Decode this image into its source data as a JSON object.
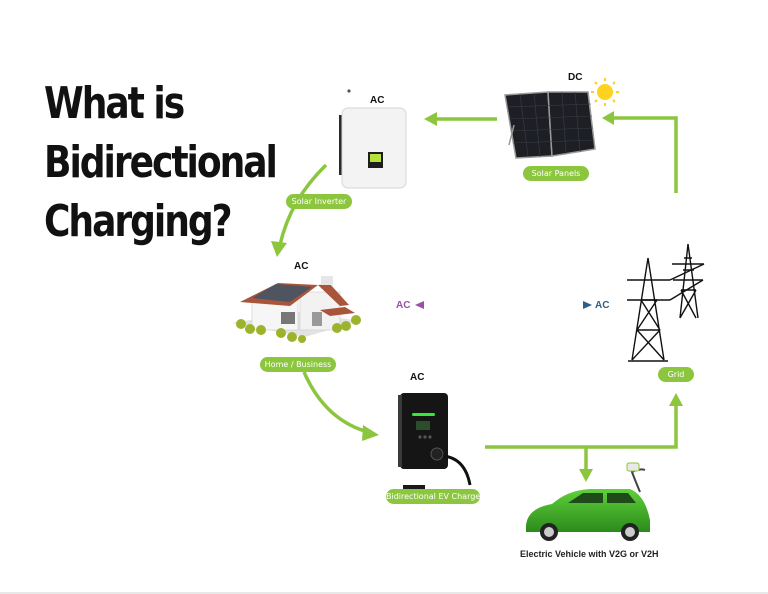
{
  "title": {
    "lines": [
      "What is",
      "Bidirectional",
      "Charging?"
    ]
  },
  "nodes": {
    "solar_inverter": {
      "current": "AC",
      "label": "Solar Inverter"
    },
    "solar_panels": {
      "current": "DC",
      "label": "Solar Panels"
    },
    "home": {
      "current": "AC",
      "label": "Home / Business"
    },
    "grid": {
      "label": "Grid"
    },
    "ev_charger": {
      "current": "AC",
      "label": "Bidirectional EV Charger"
    },
    "ev": {
      "label": "Electric Vehicle with V2G or V2H"
    }
  },
  "bidirectional_link": {
    "left_label": "AC",
    "right_label": "AC",
    "left_color": "#9b4fa8",
    "right_color": "#2f5f86"
  },
  "colors": {
    "arrow_green": "#8cc63f",
    "pill_green": "#8cc63f",
    "text_dark": "#111111"
  }
}
